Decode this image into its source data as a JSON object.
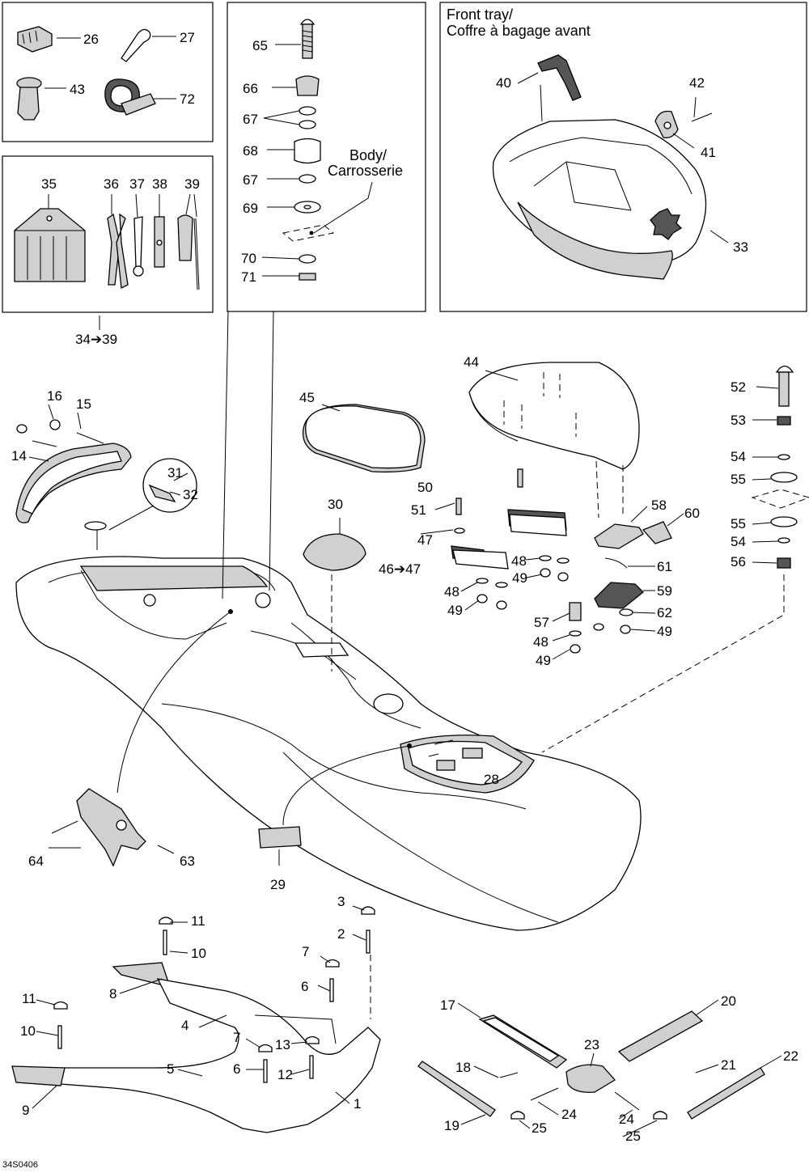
{
  "front_tray_title": [
    "Front tray/",
    "Coffre à bagage avant"
  ],
  "body_label": [
    "Body/",
    "Carrosserie"
  ],
  "range_label": "34➔39",
  "range_label_2": "46➔47",
  "drawing_ref": "34S0406",
  "callouts": [
    "1",
    "2",
    "3",
    "4",
    "5",
    "6",
    "6",
    "7",
    "7",
    "8",
    "9",
    "10",
    "10",
    "11",
    "11",
    "12",
    "13",
    "14",
    "15",
    "16",
    "17",
    "18",
    "19",
    "20",
    "21",
    "22",
    "23",
    "24",
    "24",
    "25",
    "25",
    "26",
    "27",
    "28",
    "29",
    "30",
    "31",
    "32",
    "33",
    "35",
    "36",
    "37",
    "38",
    "39",
    "40",
    "41",
    "42",
    "43",
    "44",
    "45",
    "47",
    "48",
    "48",
    "48",
    "49",
    "49",
    "49",
    "49",
    "50",
    "51",
    "52",
    "53",
    "54",
    "54",
    "55",
    "55",
    "56",
    "57",
    "58",
    "59",
    "60",
    "61",
    "62",
    "63",
    "64",
    "65",
    "66",
    "67",
    "67",
    "68",
    "69",
    "70",
    "71",
    "72"
  ]
}
